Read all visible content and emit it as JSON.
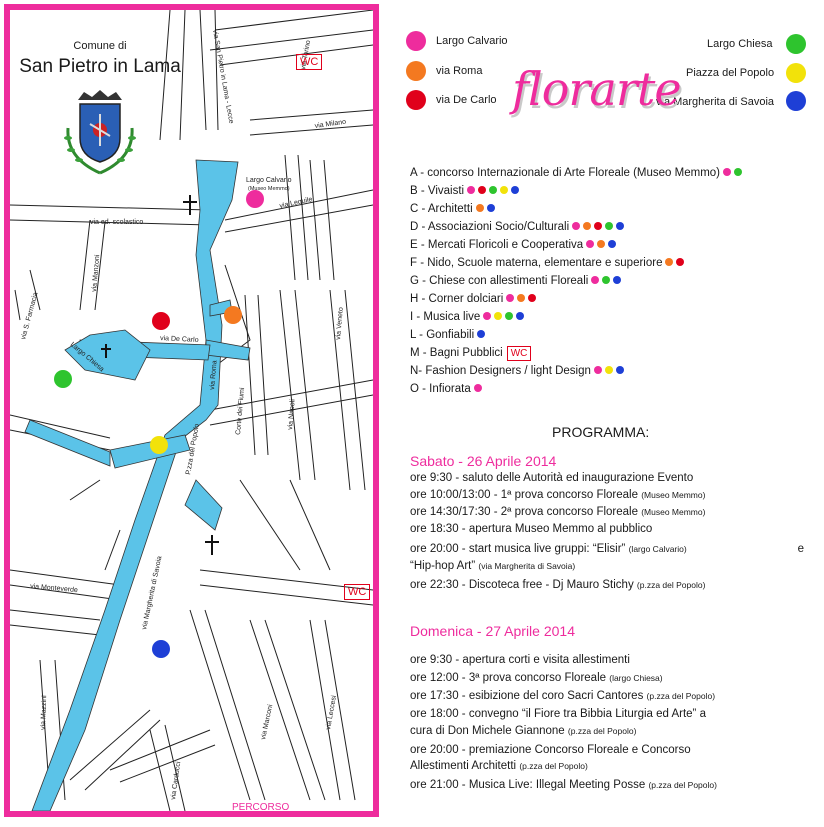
{
  "map": {
    "comune": "Comune di",
    "town": "San Pietro in Lama",
    "wc": "WC",
    "footer": "PERCORSO MANIFESTAZIONE",
    "streets": {
      "lecce": "via San Pietro in Lama - Lecce",
      "torino": "via Torino",
      "milano": "via Milano",
      "lequile": "via Lequile",
      "scolastico": "via ed. scolastico",
      "calvario": "Largo Calvario",
      "museo": "(Museo Memmo)",
      "manzoni": "via Manzoni",
      "farmacia": "via S. Farmacia",
      "decarlo": "via De Carlo",
      "roma": "via Roma",
      "largochiesa": "Largo Chiesa",
      "fiumi": "Corte dei Fiumi",
      "napoli": "via Napoli",
      "veneto": "via Veneto",
      "popolo": "P.zza del Popolo",
      "savoia": "via Margherita di Savoia",
      "monteverde": "via Monteverde",
      "marconi": "via Marconi",
      "mazzini": "via Mazzini",
      "leccesi": "via Leccesi",
      "carducci": "via Carducci"
    }
  },
  "legend": [
    {
      "label": "Largo Calvario",
      "color": "#ee2c9d"
    },
    {
      "label": "via Roma",
      "color": "#f47920"
    },
    {
      "label": "via De Carlo",
      "color": "#e0001b"
    },
    {
      "label": "Largo Chiesa",
      "color": "#2ec42e"
    },
    {
      "label": "Piazza del Popolo",
      "color": "#f2e20a"
    },
    {
      "label": "via Margherita di Savoia",
      "color": "#1e3fd6"
    }
  ],
  "logo": "florarte",
  "activities": [
    {
      "text": "A - concorso Internazionale di Arte Floreale (Museo Memmo)",
      "dots": [
        "#ee2c9d",
        "#2ec42e"
      ]
    },
    {
      "text": "B - Vivaisti",
      "dots": [
        "#ee2c9d",
        "#e0001b",
        "#2ec42e",
        "#f2e20a",
        "#1e3fd6"
      ]
    },
    {
      "text": "C - Architetti",
      "dots": [
        "#f47920",
        "#1e3fd6"
      ]
    },
    {
      "text": "D - Associazioni Socio/Culturali",
      "dots": [
        "#ee2c9d",
        "#f47920",
        "#e0001b",
        "#2ec42e",
        "#1e3fd6"
      ]
    },
    {
      "text": "E - Mercati Floricoli e Cooperativa",
      "dots": [
        "#ee2c9d",
        "#f47920",
        "#1e3fd6"
      ]
    },
    {
      "text": "F -  Nido, Scuole materna, elementare e superiore",
      "dots": [
        "#f47920",
        "#e0001b"
      ]
    },
    {
      "text": "G - Chiese con allestimenti Floreali",
      "dots": [
        "#ee2c9d",
        "#2ec42e",
        "#1e3fd6"
      ]
    },
    {
      "text": "H - Corner dolciari",
      "dots": [
        "#ee2c9d",
        "#f47920",
        "#e0001b"
      ]
    },
    {
      "text": "I - Musica live",
      "dots": [
        "#ee2c9d",
        "#f2e20a",
        "#2ec42e",
        "#1e3fd6"
      ]
    },
    {
      "text": "L - Gonfiabili",
      "dots": [
        "#1e3fd6"
      ]
    },
    {
      "text": "M - Bagni Pubblici",
      "dots": [],
      "wc": "WC"
    },
    {
      "text": "N- Fashion Designers / light Design",
      "dots": [
        "#ee2c9d",
        "#f2e20a",
        "#1e3fd6"
      ]
    },
    {
      "text": "O - Infiorata",
      "dots": [
        "#ee2c9d"
      ]
    }
  ],
  "programma": {
    "title": "PROGRAMMA:",
    "sat": {
      "title": "Sabato - 26 Aprile 2014",
      "events": [
        {
          "text": "ore 9:30 - saluto delle Autorità ed inaugurazione Evento",
          "loc": ""
        },
        {
          "text": "ore 10:00/13:00 - 1ª prova concorso Floreale",
          "loc": "(Museo Memmo)"
        },
        {
          "text": "ore 14:30/17:30 - 2ª prova concorso Floreale",
          "loc": "(Museo Memmo)"
        },
        {
          "text": "ore 18:30 - apertura Museo Memmo al pubblico",
          "loc": ""
        },
        {
          "text": "ore 20:00 - start musica live gruppi: “Elisir”",
          "loc": "(largo Calvario)",
          "tail": "e"
        },
        {
          "text": "“Hip-hop Art”",
          "loc": "(via Margherita di Savoia)"
        },
        {
          "text": "ore 22:30 - Discoteca free - Dj Mauro Stichy",
          "loc": "(p.zza del Popolo)"
        }
      ]
    },
    "sun": {
      "title": "Domenica - 27 Aprile 2014",
      "events": [
        {
          "text": "ore 9:30 - apertura corti e visita allestimenti",
          "loc": ""
        },
        {
          "text": "ore 12:00 - 3ª prova concorso Floreale",
          "loc": "(largo Chiesa)"
        },
        {
          "text": "ore 17:30 - esibizione del coro Sacri Cantores",
          "loc": "(p.zza del Popolo)"
        },
        {
          "text": "ore 18:00 - convegno “il Fiore tra Bibbia Liturgia ed Arte”  a",
          "loc": ""
        },
        {
          "text": "cura di Don Michele Giannone",
          "loc": "(p.zza del Popolo)"
        },
        {
          "text": "ore 20:00 - premiazione Concorso Floreale e Concorso",
          "loc": ""
        },
        {
          "text": "Allestimenti Architetti",
          "loc": "(p.zza del Popolo)"
        },
        {
          "text": "ore 21:00 - Musica Live: Illegal Meeting Posse",
          "loc": "(p.zza del Popolo)"
        }
      ]
    }
  }
}
